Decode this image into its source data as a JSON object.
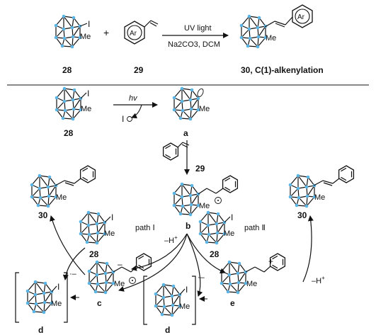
{
  "top_reaction": {
    "reagent_28": "28",
    "reagent_29": "29",
    "product_label": "30, C(1)-alkenylation",
    "plus": "+",
    "ar": "Ar",
    "iodo": "I",
    "methyl": "Me",
    "condition_above": "UV light",
    "condition_below": "Na2CO3, DCM"
  },
  "mechanism": {
    "hv": "hv",
    "iodine_radical": "I",
    "labels": {
      "c28": "28",
      "a": "a",
      "c29": "29",
      "b": "b",
      "c30": "30",
      "c": "c",
      "d": "d",
      "e": "e"
    },
    "path1": "path Ⅰ",
    "path2": "path Ⅱ",
    "minus_h": "–H",
    "plus_sup": "+",
    "iodo": "I",
    "methyl": "Me"
  },
  "colors": {
    "boron": "#5ab4e5",
    "bond": "#111111"
  }
}
